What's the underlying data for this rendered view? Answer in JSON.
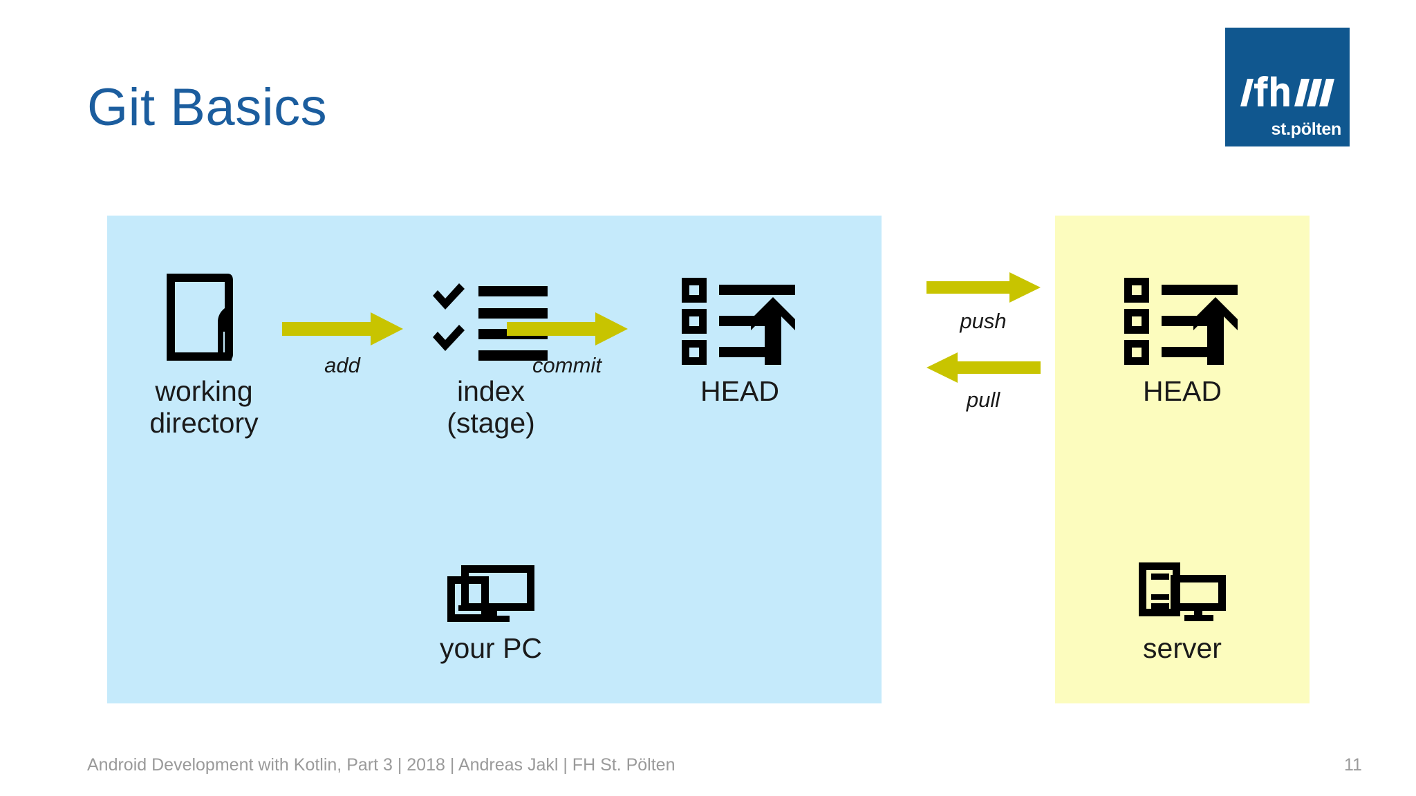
{
  "slide": {
    "title": "Git Basics",
    "title_color": "#1B5D9E",
    "page_number": "11",
    "footer": "Android Development with Kotlin, Part 3 | 2018 | Andreas Jakl | FH St. Pölten"
  },
  "logo": {
    "mark": "/fh///",
    "subtitle": "st.pölten",
    "background_color": "#10578F",
    "text_color": "#ffffff"
  },
  "panels": {
    "local": {
      "name": "local-panel",
      "color": "#C5EAFB"
    },
    "remote": {
      "name": "remote-panel",
      "color": "#FCFCBE"
    }
  },
  "stages": {
    "working_directory": {
      "label": "working\ndirectory",
      "icon": "document-pen-icon"
    },
    "index": {
      "label": "index\n(stage)",
      "icon": "checklist-icon"
    },
    "head_local": {
      "label": "HEAD",
      "icon": "commit-list-arrow-icon"
    },
    "head_remote": {
      "label": "HEAD",
      "icon": "commit-list-arrow-icon"
    },
    "your_pc": {
      "label": "your PC",
      "icon": "desktop-pc-icon"
    },
    "server": {
      "label": "server",
      "icon": "server-tower-icon"
    }
  },
  "flows": {
    "add": {
      "label": "add",
      "direction": "right",
      "color": "#C8C400"
    },
    "commit": {
      "label": "commit",
      "direction": "right",
      "color": "#C8C400"
    },
    "push": {
      "label": "push",
      "direction": "right",
      "color": "#C8C400"
    },
    "pull": {
      "label": "pull",
      "direction": "left",
      "color": "#C8C400"
    }
  }
}
